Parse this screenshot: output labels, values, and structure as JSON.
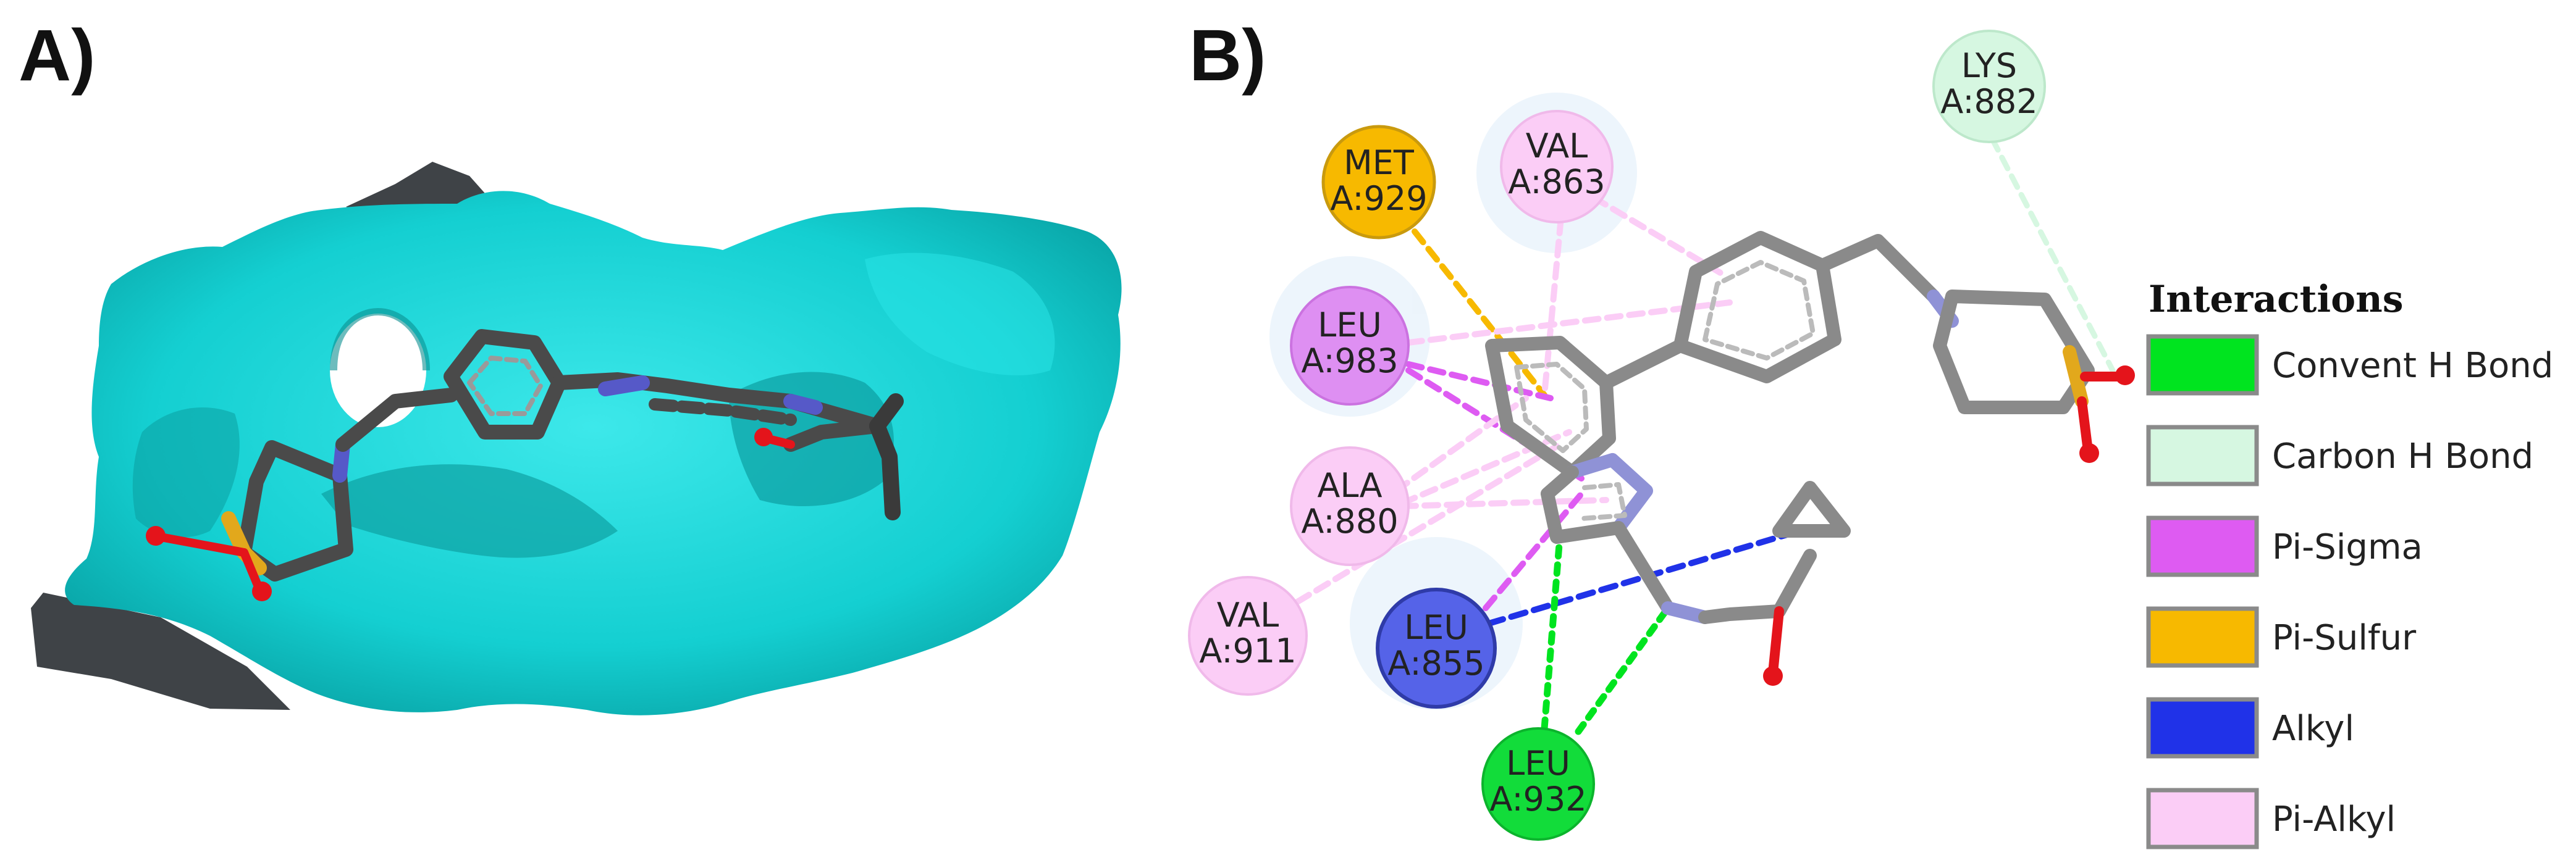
{
  "panels": {
    "a": {
      "label": "A)"
    },
    "b": {
      "label": "B)"
    }
  },
  "colors": {
    "surface": "#16d6d8",
    "surface_shadow": "#0fa9ab",
    "surface_dark": "#3f4347",
    "ligand_a": "#4a4a4a",
    "ligand_b": "#8a8a8a",
    "nitrogen": "#6f73d9",
    "oxygen": "#e4141b",
    "sulfur": "#e2a81c"
  },
  "residues": [
    {
      "id": "met929",
      "line1": "MET",
      "line2": "A:929",
      "type": "pi_sulfur"
    },
    {
      "id": "val863",
      "line1": "VAL",
      "line2": "A:863",
      "type": "pi_alkyl"
    },
    {
      "id": "lys882",
      "line1": "LYS",
      "line2": "A:882",
      "type": "carbon_h_bond"
    },
    {
      "id": "leu983",
      "line1": "LEU",
      "line2": "A:983",
      "type": "pi_sigma"
    },
    {
      "id": "ala880",
      "line1": "ALA",
      "line2": "A:880",
      "type": "pi_alkyl"
    },
    {
      "id": "val911",
      "line1": "VAL",
      "line2": "A:911",
      "type": "pi_alkyl"
    },
    {
      "id": "leu855",
      "line1": "LEU",
      "line2": "A:855",
      "type": "alkyl"
    },
    {
      "id": "leu932",
      "line1": "LEU",
      "line2": "A:932",
      "type": "conventional_h_bond"
    }
  ],
  "legend": {
    "title": "Interactions",
    "items": [
      {
        "type": "conventional_h_bond",
        "label": "Convent H Bond",
        "color": "#00e41f"
      },
      {
        "type": "carbon_h_bond",
        "label": "Carbon H Bond",
        "color": "#d6f7e1"
      },
      {
        "type": "pi_sigma",
        "label": "Pi-Sigma",
        "color": "#de5bf2"
      },
      {
        "type": "pi_sulfur",
        "label": "Pi-Sulfur",
        "color": "#f7b900"
      },
      {
        "type": "alkyl",
        "label": "Alkyl",
        "color": "#2032e8"
      },
      {
        "type": "pi_alkyl",
        "label": "Pi-Alkyl",
        "color": "#fbcdf6"
      }
    ]
  }
}
